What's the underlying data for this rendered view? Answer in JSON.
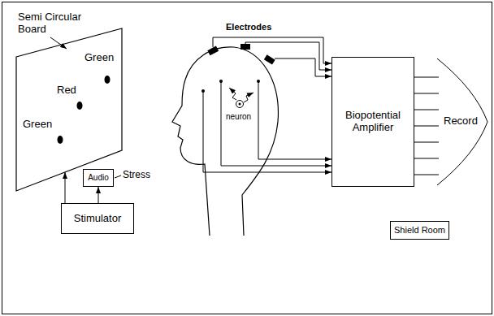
{
  "diagram": {
    "nodes": [
      {
        "text": [
          "Green",
          "Red",
          "Green"
        ]
      },
      {
        "text": [
          "Audio"
        ]
      },
      {
        "text": [
          "Stimulator"
        ]
      },
      {
        "text": [
          "Biopotential Amplifier"
        ]
      },
      {
        "text": [
          "Shield Room"
        ]
      }
    ],
    "edges": [
      {
        "from": 2,
        "to": 0,
        "arrow": "to"
      },
      {
        "from": 2,
        "to": 1,
        "arrow": "to"
      }
    ],
    "labels": [
      "Semi Circular Board",
      "Stress",
      "Electrodes",
      "neuron",
      "Record"
    ]
  }
}
